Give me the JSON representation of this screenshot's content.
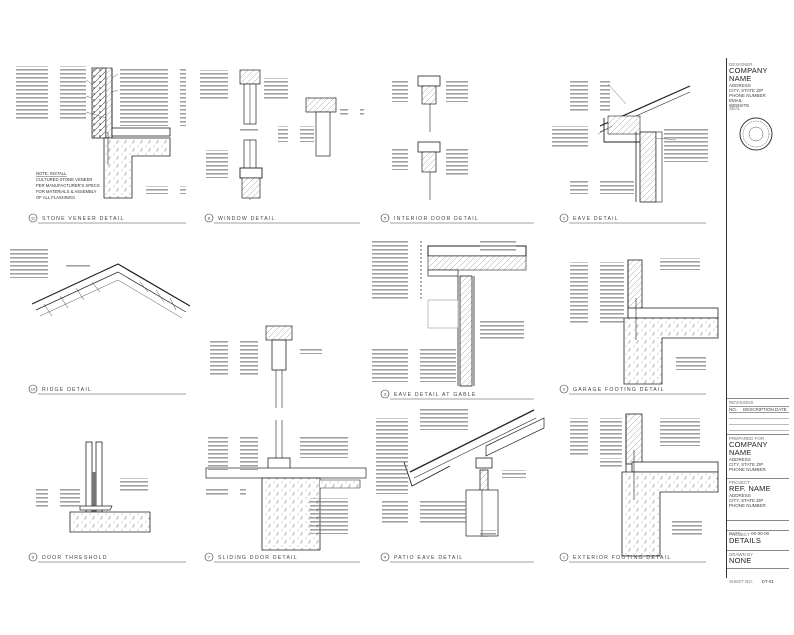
{
  "details": [
    {
      "num": "11",
      "title": "STONE VENEER DETAIL"
    },
    {
      "num": "8",
      "title": "WINDOW DETAIL"
    },
    {
      "num": "5",
      "title": "INTERIOR DOOR DETAIL"
    },
    {
      "num": "2",
      "title": "EAVE DETAIL"
    },
    {
      "num": "10",
      "title": "RIDGE DETAIL"
    },
    {
      "num": "3",
      "title": "EAVE DETAIL AT GABLE"
    },
    {
      "num": "2",
      "title": "GARAGE FOOTING DETAIL"
    },
    {
      "num": "9",
      "title": "DOOR THRESHOLD"
    },
    {
      "num": "7",
      "title": "SLIDING DOOR DETAIL"
    },
    {
      "num": "4",
      "title": "PATIO EAVE DETAIL"
    },
    {
      "num": "1",
      "title": "EXTERIOR FOOTING DETAIL"
    }
  ],
  "stone_note": [
    "NOTE: INSTALL",
    "CULTURED STONE VENEER",
    "PER MANUFACTURER'S SPECS",
    "FOR MATERIALS & ASSEMBLY",
    "OF ALL FLASHINGS"
  ],
  "title_block": {
    "designer_label": "DESIGNER",
    "company_name": "COMPANY NAME",
    "address_lines": [
      "ADDRESS",
      "CITY, STATE ZIP",
      "PHONE NUMBER",
      "EMAIL",
      "WEBSITE"
    ],
    "seal_label": "SEAL",
    "revision_label": "REVISIONS",
    "rev_header": [
      "NO.",
      "DESCRIPTION",
      "DATE"
    ],
    "preparer_label": "PREPARED FOR",
    "client_company": "COMPANY NAME",
    "client_address": [
      "ADDRESS",
      "CITY, STATE ZIP",
      "PHONE NUMBER"
    ],
    "project_label": "PROJECT",
    "project_name": "REF. NAME",
    "project_address": [
      "ADDRESS",
      "CITY, STATE ZIP",
      "PHONE NUMBER"
    ],
    "date_label": "DATE",
    "date_value": "00-00-00",
    "sheet_label": "PROJECT",
    "sheet_title": "DETAILS",
    "drawn_label": "DRAWN BY",
    "drawn_value": "NONE",
    "sheet_no_label": "SHEET NO.",
    "sheet_no_value": "DT-01"
  }
}
